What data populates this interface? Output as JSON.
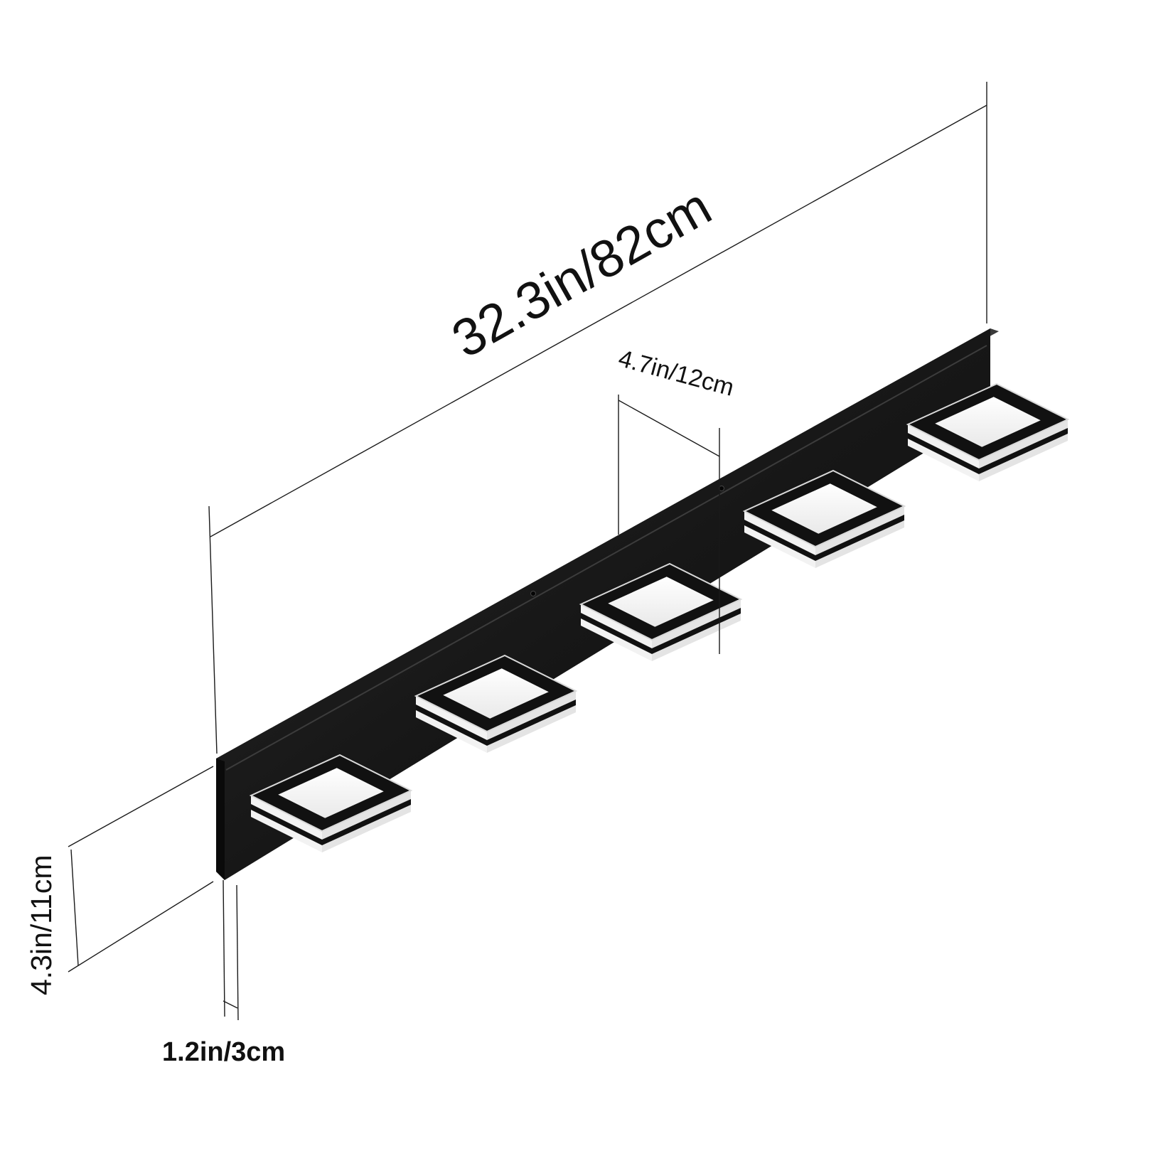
{
  "colors": {
    "background": "#ffffff",
    "backplate": "#151515",
    "backplate_edge": "#2b2b2b",
    "lamp_frame": "#111111",
    "lamp_diffuser": "#f7f7f7",
    "dimension_line": "#1a1a1a"
  },
  "product": {
    "lamp_count": 5
  },
  "dimensions": {
    "length": "32.3in/82cm",
    "lamp_width": "4.7in/12cm",
    "height": "4.3in/11cm",
    "depth": "1.2in/3cm"
  }
}
